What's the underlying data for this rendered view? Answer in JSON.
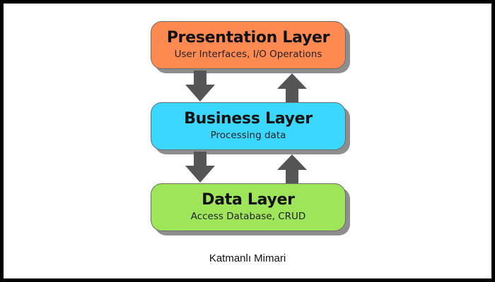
{
  "layers": [
    {
      "title": "Presentation Layer",
      "subtitle": "User Interfaces, I/O Operations",
      "color": "#fe8a52"
    },
    {
      "title": "Business Layer",
      "subtitle": "Processing data",
      "color": "#3ad8fe"
    },
    {
      "title": "Data Layer",
      "subtitle": "Access Database, CRUD",
      "color": "#9ee55a"
    }
  ],
  "arrows": [
    {
      "direction": "down",
      "icon": "arrow-down-icon"
    },
    {
      "direction": "up",
      "icon": "arrow-up-icon"
    },
    {
      "direction": "down",
      "icon": "arrow-down-icon"
    },
    {
      "direction": "up",
      "icon": "arrow-up-icon"
    }
  ],
  "caption": "Katmanlı Mimari",
  "colors": {
    "arrow": "#555555",
    "shadow": "#8e8e8e",
    "frame": "#000000"
  }
}
